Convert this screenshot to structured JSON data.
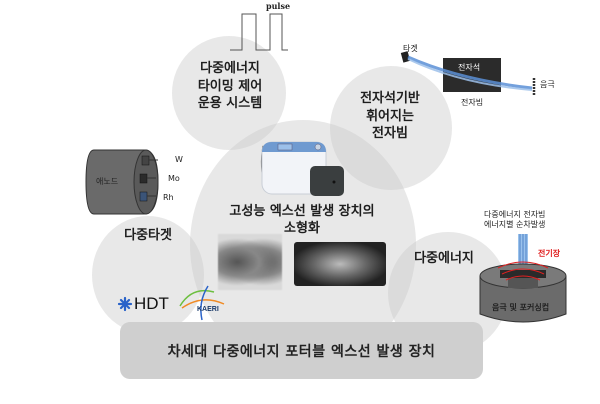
{
  "diagram": {
    "title_bar": "차세대 다중에너지 포터블 엑스선 발생 장치",
    "nodes": {
      "timing": {
        "lines": [
          "다중에너지",
          "타이밍 제어",
          "운용 시스템"
        ],
        "pulse_label": "pulse"
      },
      "electromagnet": {
        "lines": [
          "전자석기반",
          "휘어지는",
          "전자빔"
        ],
        "labels": {
          "target": "타겟",
          "magnet": "전자석",
          "beam": "전자빔",
          "cathode": "음극"
        }
      },
      "center": {
        "lines": [
          "고성능 엑스선 발생 장치의",
          "소형화"
        ]
      },
      "multi_target": {
        "label": "다중타겟",
        "anode_label": "애노드",
        "materials": [
          "W",
          "Mo",
          "Rh"
        ]
      },
      "multi_energy": {
        "label": "다중에너지",
        "caption": [
          "다중에너지 전자빔",
          "에너지별 순차발생"
        ],
        "field_label": "전기장",
        "cup_label": "음극 및 포커싱컵"
      }
    },
    "logos": {
      "hdt": "HDT",
      "kaeri": "KAERI"
    },
    "colors": {
      "circle": "#d6d6d6",
      "bar": "#cfcfcf",
      "beam": "#5b8fd6",
      "field": "#e02020",
      "device_blue": "#6f9ad0",
      "hdt_blue": "#2a63c9"
    }
  }
}
